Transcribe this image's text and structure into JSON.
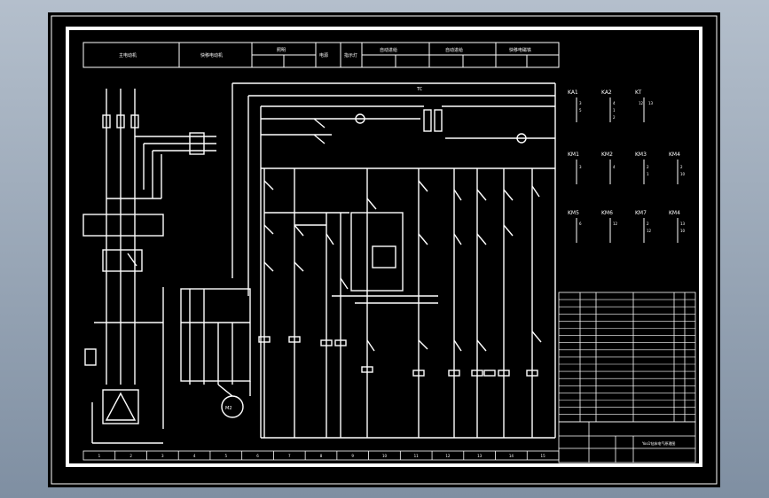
{
  "colors": {
    "background": "#000000",
    "line": "#ffffff",
    "frame_bg_top": "#b4bfcc",
    "frame_bg_bottom": "#7f8fa2"
  },
  "header_cells": [
    "主电动机",
    "快移电动机",
    "照明",
    "电源",
    "指示灯",
    "自动进给",
    "自动进给",
    "快移电磁铁"
  ],
  "coil_labels": [
    "KA1",
    "KA2",
    "KT",
    "KM1",
    "KM2",
    "KM3",
    "KM4",
    "KM5",
    "KM6",
    "KM7",
    "KM4"
  ],
  "coil_small": {
    "r1": [
      "3",
      "5",
      "4",
      "1",
      "2",
      "12",
      "13"
    ],
    "r2": [
      "3",
      "4",
      "2",
      "1",
      "2",
      "10"
    ],
    "r3": [
      "6",
      "12",
      "2",
      "12",
      "13",
      "10"
    ]
  },
  "bus_label": "TC",
  "motor_label": "M2",
  "bottom_numbers": [
    "1",
    "2",
    "3",
    "4",
    "5",
    "6",
    "7",
    "8",
    "9",
    "10",
    "11",
    "12",
    "13",
    "14",
    "15"
  ],
  "title_block_name": "Yoo1钻床电气原理图"
}
